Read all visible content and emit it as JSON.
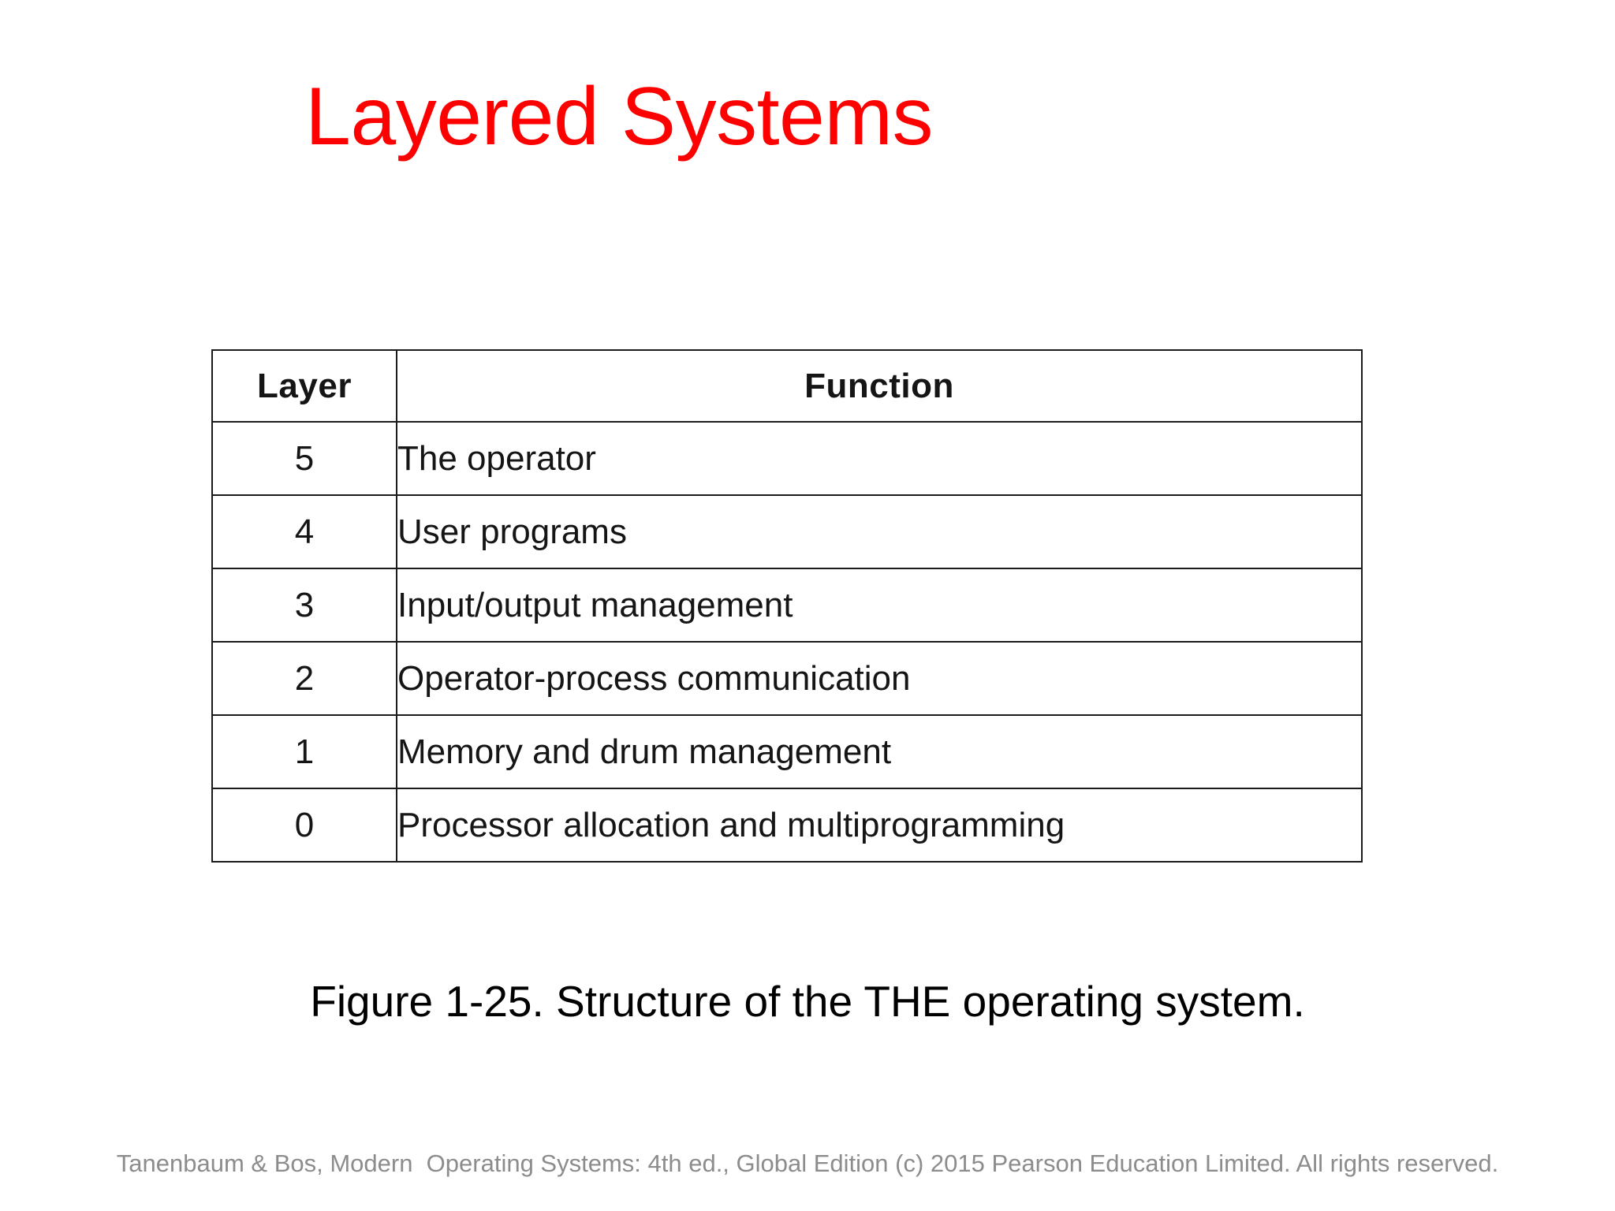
{
  "slide": {
    "title": "Layered Systems",
    "title_color": "#FF0000",
    "background_color": "#FFFFFF"
  },
  "figure": {
    "caption": "Figure 1-25. Structure of the THE operating system.",
    "table": {
      "headers": {
        "layer": "Layer",
        "function": "Function"
      },
      "rows": [
        {
          "layer": "5",
          "function": "The operator"
        },
        {
          "layer": "4",
          "function": "User programs"
        },
        {
          "layer": "3",
          "function": "Input/output management"
        },
        {
          "layer": "2",
          "function": "Operator-process communication"
        },
        {
          "layer": "1",
          "function": "Memory and drum management"
        },
        {
          "layer": "0",
          "function": "Processor allocation and multiprogramming"
        }
      ],
      "border_color": "#1A1A1A",
      "text_color": "#151515"
    }
  },
  "footer": {
    "text": "Tanenbaum & Bos, Modern  Operating Systems: 4th ed., Global Edition (c) 2015 Pearson Education Limited. All rights reserved.",
    "color": "#8C8C8C"
  }
}
